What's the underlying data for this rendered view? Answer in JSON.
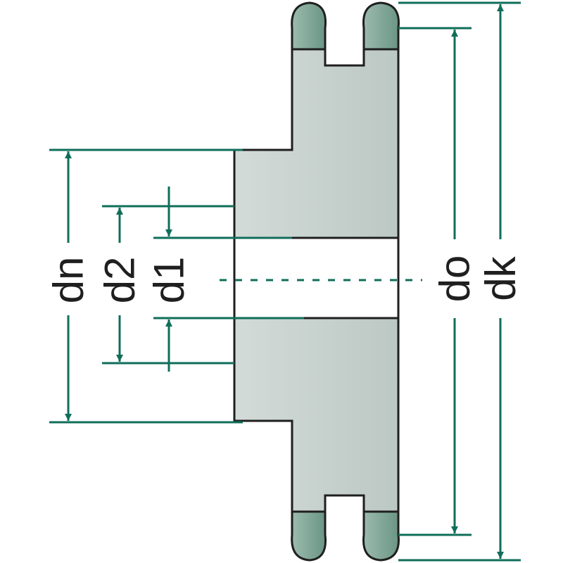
{
  "labels": {
    "dn": "dn",
    "d2": "d2",
    "d1": "d1",
    "do": "do",
    "dk": "dk"
  },
  "colors": {
    "dimension_line": "#0f6e5a",
    "body_fill": "#c4cfcb",
    "tooth_fill": "#7fa596",
    "outline": "#1f1f1f",
    "background": "#ffffff"
  }
}
